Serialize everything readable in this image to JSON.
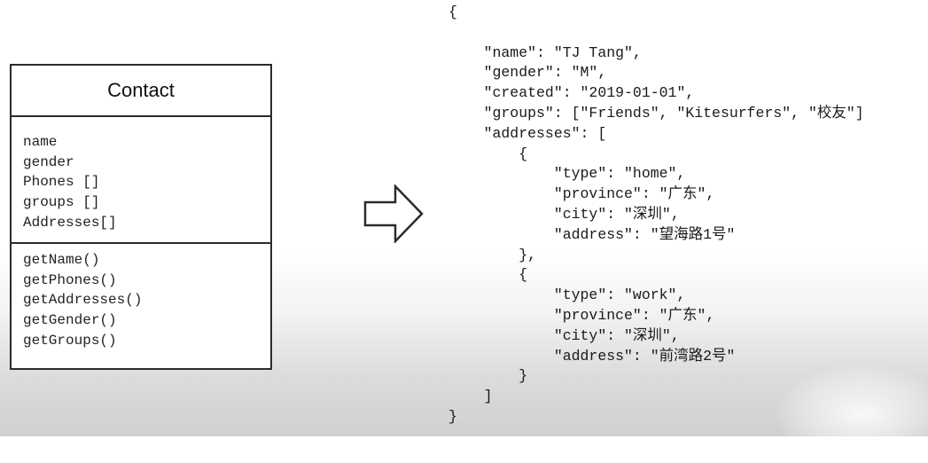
{
  "uml_class": {
    "name": "Contact",
    "attributes": [
      "name",
      "gender",
      "Phones []",
      "groups []",
      "Addresses[]"
    ],
    "methods": [
      "getName()",
      "getPhones()",
      "getAddresses()",
      "getGender()",
      "getGroups()"
    ]
  },
  "json_document": {
    "lines": [
      "{",
      "",
      "    \"name\": \"TJ Tang\",",
      "    \"gender\": \"M\",",
      "    \"created\": \"2019-01-01\",",
      "    \"groups\": [\"Friends\", \"Kitesurfers\", \"校友\"]",
      "    \"addresses\": [",
      "        {",
      "            \"type\": \"home\",",
      "            \"province\": \"广东\",",
      "            \"city\": \"深圳\",",
      "            \"address\": \"望海路1号\"",
      "        },",
      "        {",
      "            \"type\": \"work\",",
      "            \"province\": \"广东\",",
      "            \"city\": \"深圳\",",
      "            \"address\": \"前湾路2号\"",
      "        }",
      "    ]",
      "}"
    ]
  },
  "colors": {
    "stroke": "#2b2b2b",
    "text": "#1a1a1a"
  },
  "icons": {
    "arrow": "right-arrow-outline-icon"
  }
}
